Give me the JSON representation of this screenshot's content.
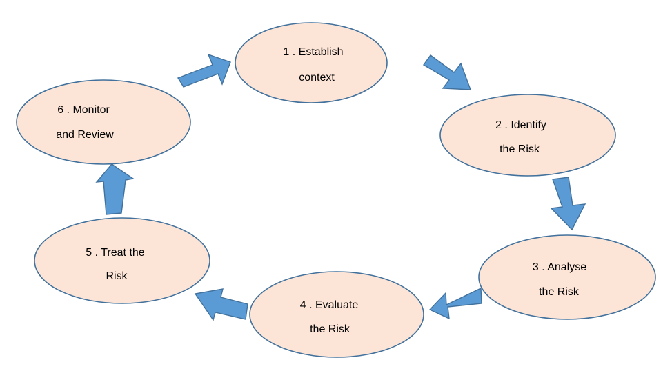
{
  "diagram": {
    "type": "cycle",
    "node_fill": "#fce4d6",
    "node_stroke": "#41719c",
    "arrow_fill": "#5b9bd5",
    "nodes": [
      {
        "line1": "1 . Establish",
        "line2": "context"
      },
      {
        "line1": "2 . Identify",
        "line2": "the Risk"
      },
      {
        "line1": "3 . Analyse",
        "line2": "the Risk"
      },
      {
        "line1": "4 . Evaluate",
        "line2": "the Risk"
      },
      {
        "line1": "5 . Treat the",
        "line2": "Risk"
      },
      {
        "line1": "6 . Monitor",
        "line2": "and Review"
      }
    ]
  }
}
